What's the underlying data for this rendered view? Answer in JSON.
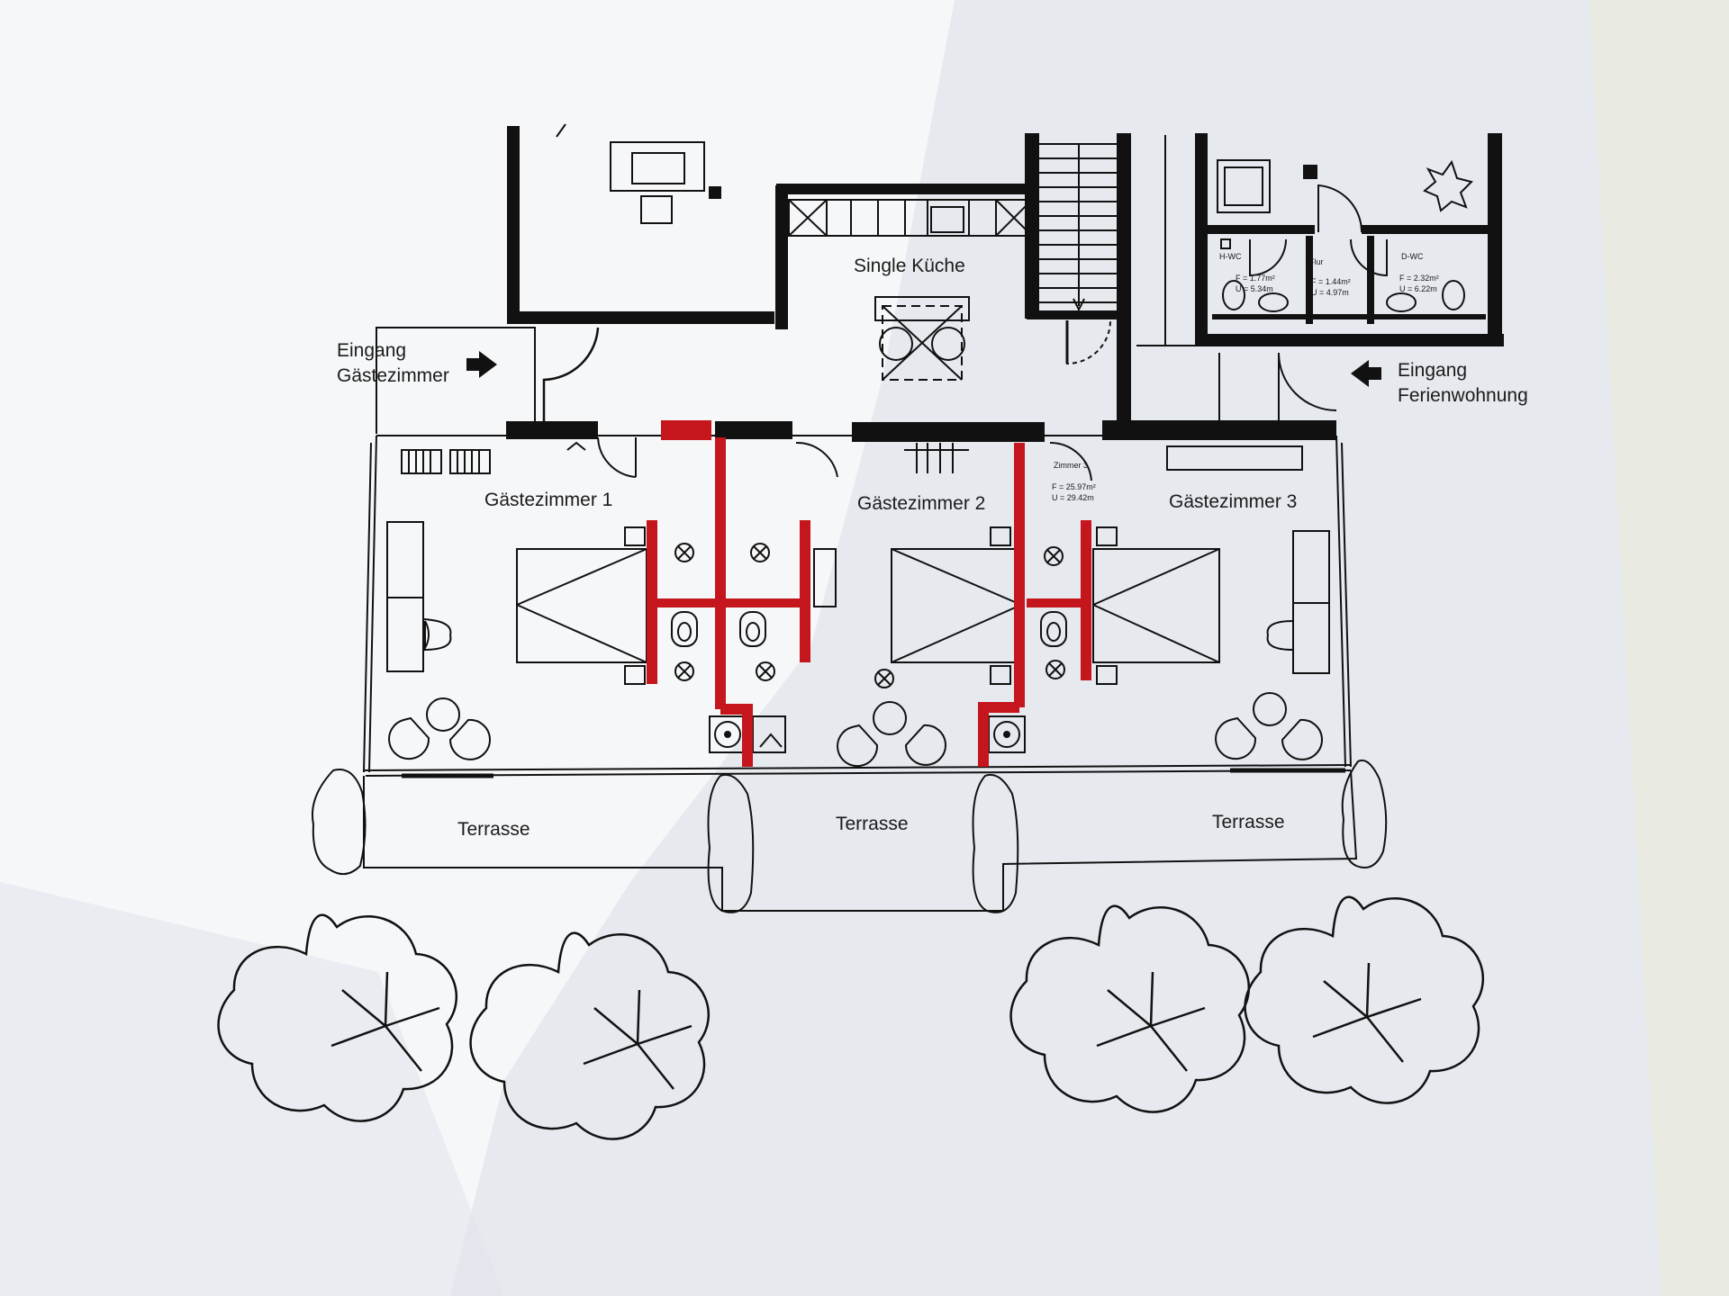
{
  "plan": {
    "kitchen_label": "Single Küche",
    "entrance_guest": [
      "Eingang",
      "Gästezimmer"
    ],
    "entrance_apartment": [
      "Eingang",
      "Ferienwohnung"
    ],
    "rooms": [
      {
        "name": "Gästezimmer 1"
      },
      {
        "name": "Gästezimmer 2"
      },
      {
        "name": "Gästezimmer 3"
      }
    ],
    "room3_tag": [
      "Zimmer 3",
      "F = 25.97m²",
      "U = 29.42m"
    ],
    "terraces": [
      "Terrasse",
      "Terrasse",
      "Terrasse"
    ],
    "wc_left": [
      "H-WC",
      "F = 1.77m²",
      "U = 5.34m"
    ],
    "hall": [
      "Flur",
      "F = 1.44m²",
      "U = 4.97m"
    ],
    "wc_right": [
      "D-WC",
      "F = 2.32m²",
      "U = 6.22m"
    ]
  },
  "colors": {
    "wall": "#111111",
    "new_wall": "#c4161c",
    "paper": "#f6f7f9",
    "shadow": "#d9dce6",
    "background": "#e9ebe2"
  }
}
